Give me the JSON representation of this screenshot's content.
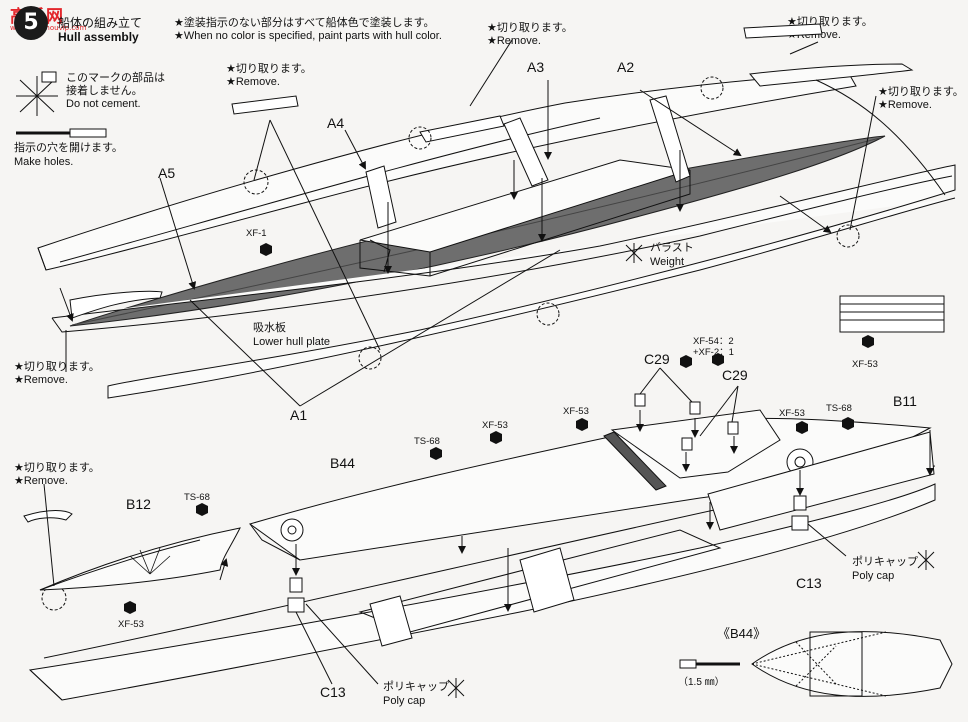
{
  "header": {
    "step_number": "5",
    "watermark": "高手网",
    "watermark_sub": "www.gaoshouvip.com",
    "title_jp": "船体の組み立て",
    "title_en": "Hull assembly",
    "note_jp": "★塗装指示のない部分はすべて船体色で塗装します。",
    "note_en": "★When no color is specified, paint parts with hull color."
  },
  "legend": {
    "no_cement_jp_1": "このマークの部品は",
    "no_cement_jp_2": "接着しません。",
    "no_cement_en": "Do not cement.",
    "holes_jp": "指示の穴を開けます。",
    "holes_en": "Make holes."
  },
  "remove": {
    "jp": "★切り取ります。",
    "en": "★Remove."
  },
  "parts": {
    "a1": "A1",
    "a2": "A2",
    "a3": "A3",
    "a4": "A4",
    "a5": "A5",
    "b11": "B11",
    "b12": "B12",
    "b44": "B44",
    "c13": "C13",
    "c29": "C29"
  },
  "paints": {
    "xf1": "XF-1",
    "xf53": "XF-53",
    "ts68": "TS-68",
    "mix_1": "XF-54：2",
    "mix_2": "+XF-2：1"
  },
  "callouts": {
    "weight_jp": "バラスト",
    "weight_en": "Weight",
    "lower_hull_jp": "吸水板",
    "lower_hull_en": "Lower hull plate",
    "polycap_jp": "ポリキャップ",
    "polycap_en": "Poly cap",
    "inset_label": "《B44》",
    "drill_size": "（1.5 ㎜）"
  }
}
